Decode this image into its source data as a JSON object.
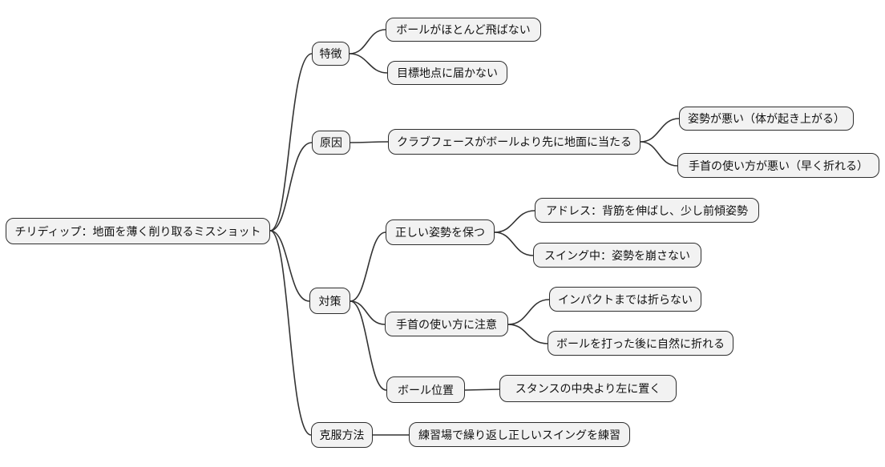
{
  "page": {
    "background": "#ffffff"
  },
  "diagram": {
    "type": "mindmap-flowchart",
    "orientation": "left-to-right",
    "node_fill": "#f2f2f2",
    "node_border": "#2e2e2e",
    "edge_color": "#333333",
    "root": {
      "label": "チリディップ：地面を薄く削り取るミスショット"
    },
    "branches": [
      {
        "label": "特徴",
        "children": [
          {
            "label": "ボールがほとんど飛ばない"
          },
          {
            "label": "目標地点に届かない"
          }
        ]
      },
      {
        "label": "原因",
        "children": [
          {
            "label": "クラブフェースがボールより先に地面に当たる",
            "children": [
              {
                "label": "姿勢が悪い（体が起き上がる）"
              },
              {
                "label": "手首の使い方が悪い（早く折れる）"
              }
            ]
          }
        ]
      },
      {
        "label": "対策",
        "children": [
          {
            "label": "正しい姿勢を保つ",
            "children": [
              {
                "label": "アドレス：背筋を伸ばし、少し前傾姿勢"
              },
              {
                "label": "スイング中：姿勢を崩さない"
              }
            ]
          },
          {
            "label": "手首の使い方に注意",
            "children": [
              {
                "label": "インパクトまでは折らない"
              },
              {
                "label": "ボールを打った後に自然に折れる"
              }
            ]
          },
          {
            "label": "ボール位置",
            "children": [
              {
                "label": "スタンスの中央より左に置く"
              }
            ]
          }
        ]
      },
      {
        "label": "克服方法",
        "children": [
          {
            "label": "練習場で繰り返し正しいスイングを練習"
          }
        ]
      }
    ]
  }
}
